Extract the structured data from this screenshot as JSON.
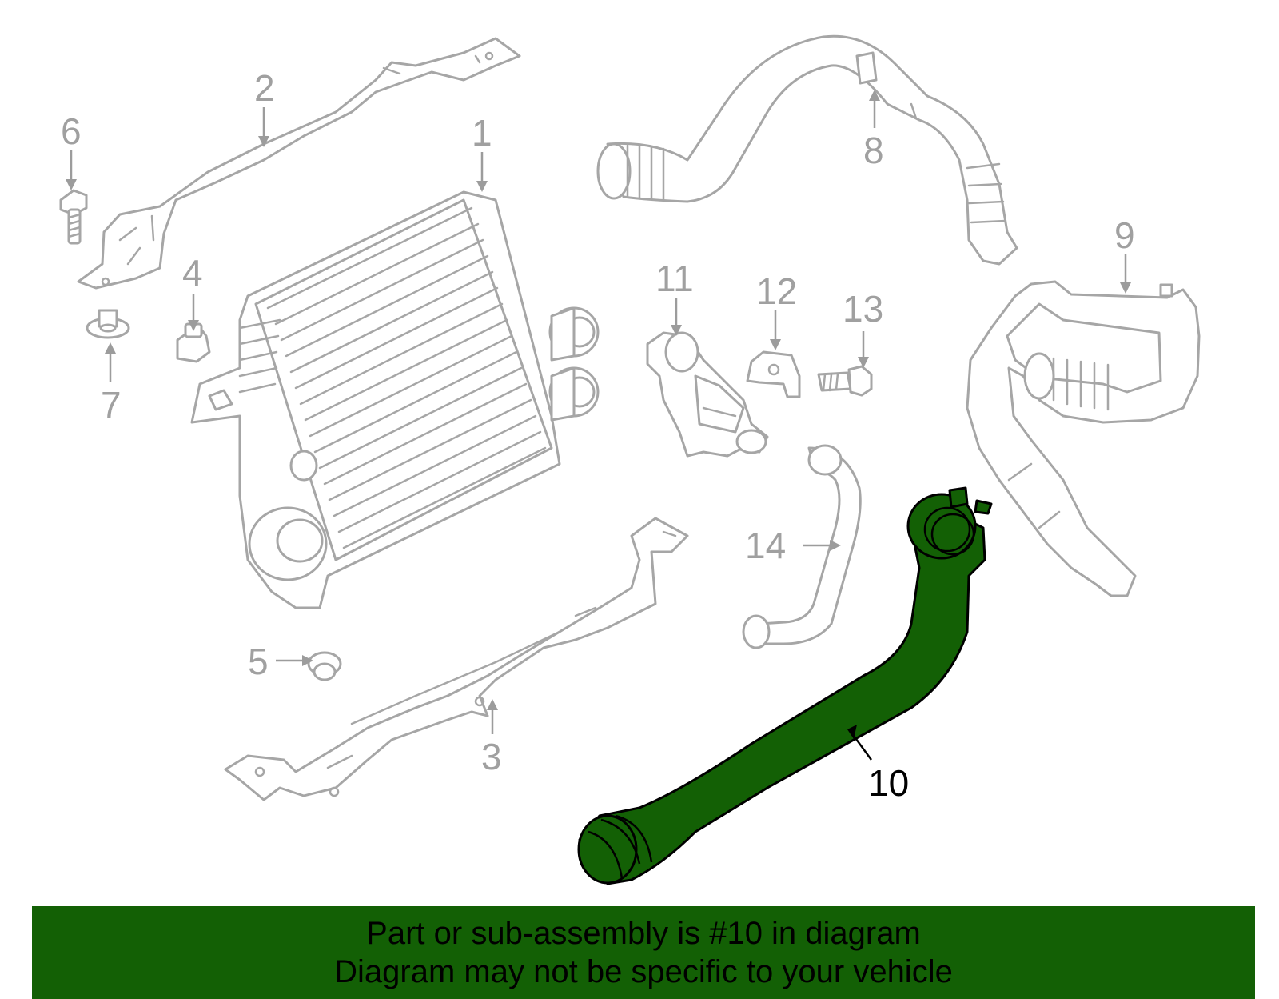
{
  "callouts": {
    "c1": "1",
    "c2": "2",
    "c3": "3",
    "c4": "4",
    "c5": "5",
    "c6": "6",
    "c7": "7",
    "c8": "8",
    "c9": "9",
    "c10": "10",
    "c11": "11",
    "c12": "12",
    "c13": "13",
    "c14": "14"
  },
  "banner": {
    "line1": "Part or sub-assembly is #10 in diagram",
    "line2": "Diagram may not be specific to your vehicle"
  },
  "colors": {
    "highlight": "#136005",
    "parts_outline": "#a6a6a6",
    "callout_text": "#a0a0a0"
  }
}
